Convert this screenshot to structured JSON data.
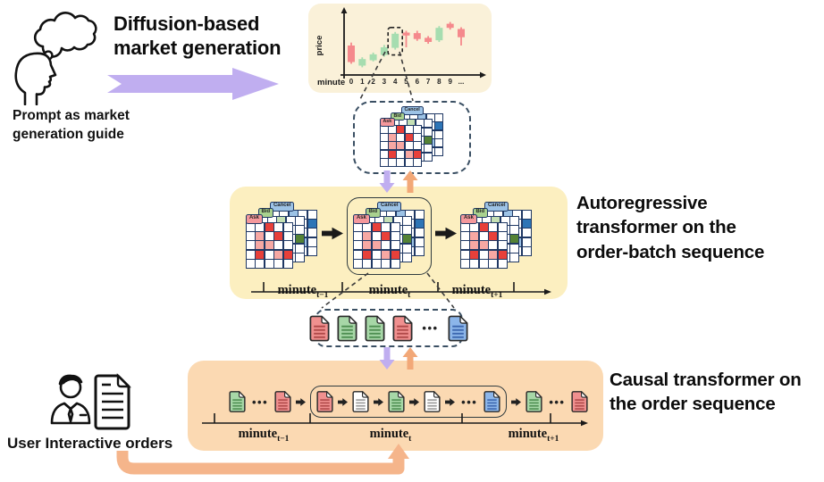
{
  "prompt": {
    "title_lines": [
      "Diffusion-based",
      "market generation"
    ],
    "caption_lines": [
      "Prompt as market",
      "generation guide"
    ]
  },
  "panels": {
    "autoregressive_label_lines": [
      "Autoregressive",
      "transformer on the",
      "order-batch sequence"
    ],
    "causal_label_lines": [
      "Causal transformer on",
      "the order sequence"
    ],
    "user_label": "User Interactive orders"
  },
  "chart_data": {
    "type": "candlestick",
    "xlabel": "minute",
    "ylabel": "price",
    "x_ticks": [
      "0",
      "1",
      "2",
      "3",
      "4",
      "5",
      "6",
      "7",
      "8",
      "9",
      "..."
    ],
    "highlight_index": 4,
    "candles": [
      {
        "minute": 0,
        "dir": "down",
        "open": 5.0,
        "close": 2.2,
        "high": 5.5,
        "low": 1.9
      },
      {
        "minute": 1,
        "dir": "up",
        "open": 1.6,
        "close": 2.7,
        "high": 3.0,
        "low": 1.3
      },
      {
        "minute": 2,
        "dir": "up",
        "open": 2.5,
        "close": 3.5,
        "high": 3.8,
        "low": 2.3
      },
      {
        "minute": 3,
        "dir": "up",
        "open": 3.4,
        "close": 4.7,
        "high": 5.1,
        "low": 3.1
      },
      {
        "minute": 4,
        "dir": "up",
        "open": 4.6,
        "close": 7.0,
        "high": 7.3,
        "low": 4.3
      },
      {
        "minute": 5,
        "dir": "down",
        "open": 7.2,
        "close": 6.7,
        "high": 7.5,
        "low": 4.7
      },
      {
        "minute": 6,
        "dir": "down",
        "open": 7.1,
        "close": 6.1,
        "high": 7.5,
        "low": 5.8
      },
      {
        "minute": 7,
        "dir": "down",
        "open": 6.3,
        "close": 5.6,
        "high": 6.6,
        "low": 5.3
      },
      {
        "minute": 8,
        "dir": "up",
        "open": 5.9,
        "close": 8.0,
        "high": 8.3,
        "low": 5.6
      },
      {
        "minute": 9,
        "dir": "down",
        "open": 8.7,
        "close": 8.0,
        "high": 9.0,
        "low": 7.7
      },
      {
        "minute": 10,
        "dir": "down",
        "open": 7.8,
        "close": 6.4,
        "high": 8.1,
        "low": 5.0
      }
    ],
    "colors": {
      "up": "#a6ddb0",
      "down": "#f5898c"
    }
  },
  "grid_stack": {
    "layers": [
      {
        "tab": "Cancel",
        "tab_fill": "#9dc3e6",
        "light": "#9dc3e6",
        "dark": "#2e75b6",
        "pattern": [
          "..1..",
          "....2",
          ".1...",
          "...1.",
          "....."
        ]
      },
      {
        "tab": "Bid",
        "tab_fill": "#a9d18e",
        "light": "#c5e0b4",
        "dark": "#548235",
        "pattern": [
          "..1..",
          "..2..",
          "....2",
          ".1...",
          "....."
        ]
      },
      {
        "tab": "Ask",
        "tab_fill": "#f4989c",
        "light": "#f7a8a3",
        "dark": "#e8403a",
        "pattern": [
          "..2..",
          ".1.2.",
          ".11..",
          ".2.12",
          "....."
        ]
      }
    ]
  },
  "order_zoom_docs": [
    "red",
    "green",
    "green",
    "red",
    "dots",
    "blue"
  ],
  "causal_sequence": {
    "items": [
      "green",
      "dots",
      "red",
      "arrow",
      "group_start",
      "red",
      "arrow",
      "white",
      "arrow",
      "green",
      "arrow",
      "white",
      "arrow",
      "dots",
      "blue",
      "group_end",
      "arrow",
      "green",
      "dots",
      "red"
    ]
  },
  "timeline": {
    "base": "minute",
    "subs": {
      "prev": "t−1",
      "curr": "t",
      "next": "t+1"
    }
  },
  "doc_colors": {
    "red": {
      "fill": "#f0908f",
      "line": "#b04a4a"
    },
    "green": {
      "fill": "#a7d7a7",
      "line": "#4f8f52"
    },
    "blue": {
      "fill": "#8cb6ea",
      "line": "#3d68b0"
    },
    "white": {
      "fill": "#ffffff",
      "line": "#999999"
    }
  },
  "theme": {
    "candle_panel_bg": "#faf1d9",
    "batch_panel_bg": "#fcefc0",
    "order_panel_bg": "#fbd9b2",
    "purple_arrow": "#c0aef0",
    "orange_arrow": "#f2a878",
    "feedback_arrow": "#f5b58b",
    "black_arrow": "#1a1a1a",
    "grid_border": "#1f3864",
    "dashed_border": "#3a4f63"
  }
}
